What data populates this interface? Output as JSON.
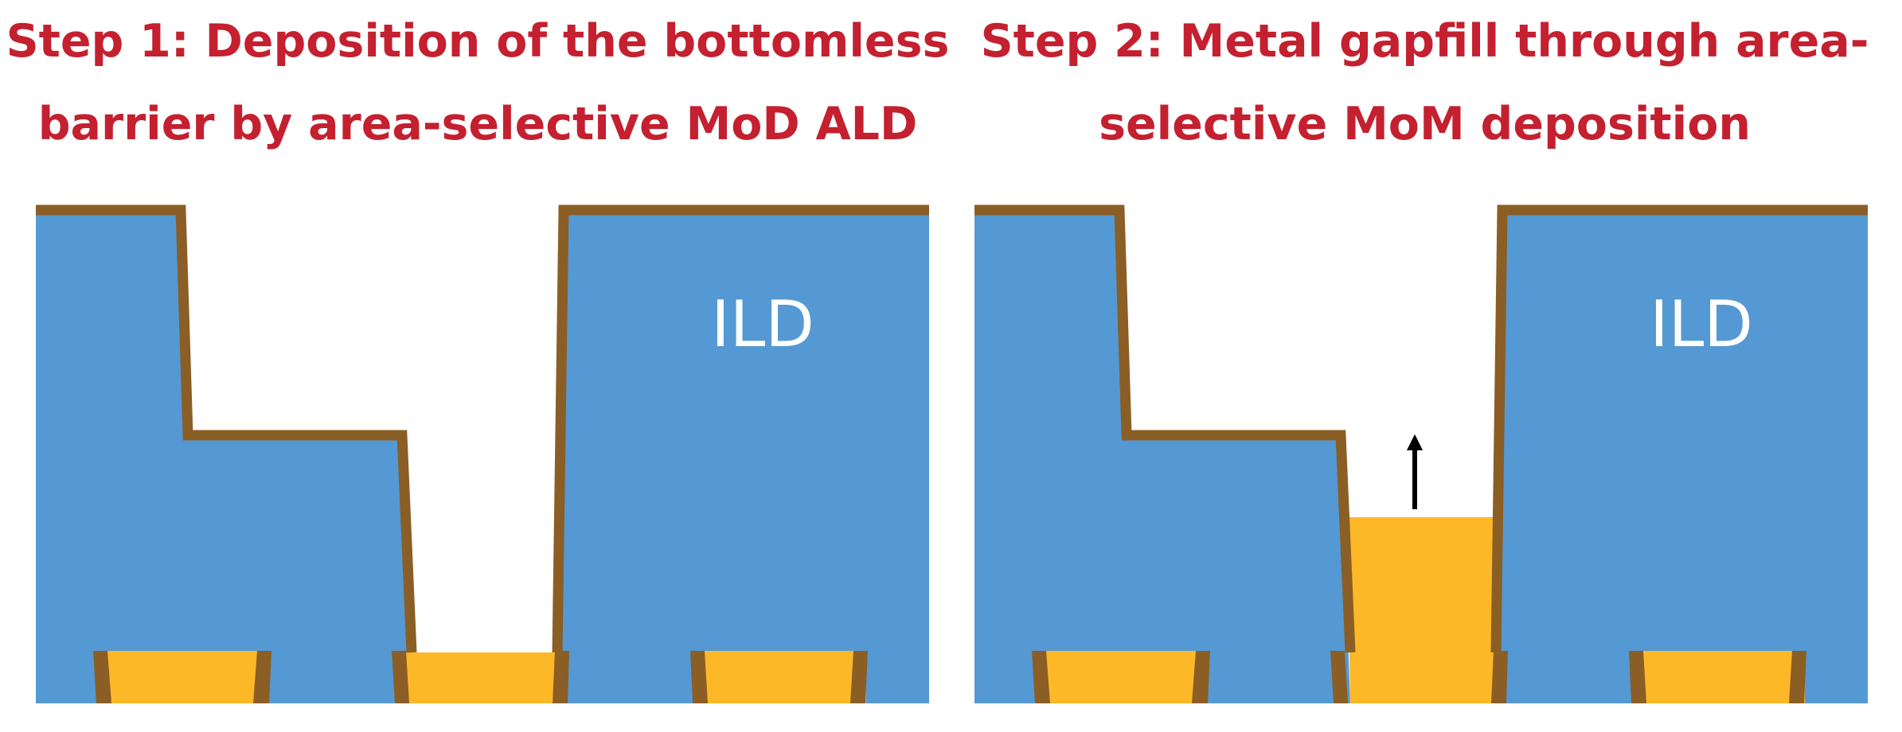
{
  "colors": {
    "title": "#c4202f",
    "ild": "#5499d3",
    "barrier": "#8b5e25",
    "metal": "#fcb827",
    "arrow": "#000000",
    "label": "#ffffff"
  },
  "panels": [
    {
      "title_lines": [
        "Step 1: Deposition of the bottomless",
        "barrier by area-selective MoD ALD"
      ],
      "label": "ILD"
    },
    {
      "title_lines": [
        "Step 2: Metal gapfill through area-",
        "selective MoM deposition"
      ],
      "label": "ILD"
    }
  ],
  "icons": {
    "growth_arrow": "up-arrow-icon"
  }
}
